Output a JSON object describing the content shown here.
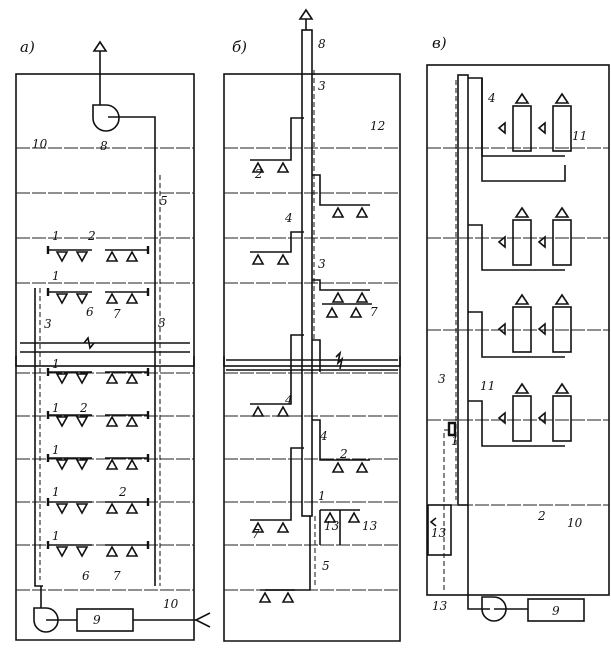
{
  "panels": {
    "a": {
      "title": "а)",
      "labels": [
        "10",
        "8",
        "5",
        "1",
        "2",
        "1",
        "6",
        "7",
        "3",
        "3",
        "1",
        "1",
        "2",
        "1",
        "1",
        "2",
        "1",
        "6",
        "7",
        "9",
        "10"
      ]
    },
    "b": {
      "title": "б)",
      "labels": [
        "8",
        "3",
        "12",
        "2",
        "4",
        "3",
        "7",
        "4",
        "4",
        "2",
        "1",
        "7",
        "13",
        "13",
        "5"
      ]
    },
    "c": {
      "title": "в)",
      "labels": [
        "4",
        "11",
        "3",
        "11",
        "1",
        "2",
        "10",
        "13",
        "13",
        "9"
      ]
    }
  }
}
